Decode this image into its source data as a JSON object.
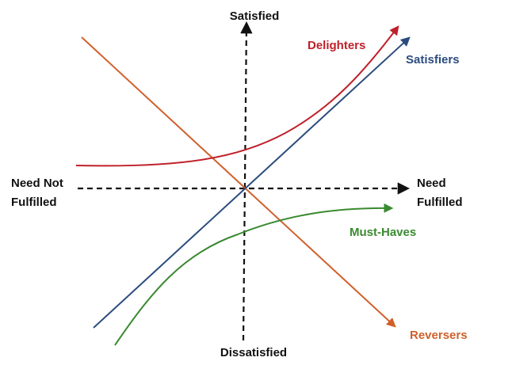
{
  "axes": {
    "top_label": "Satisfied",
    "bottom_label": "Dissatisfied",
    "left_label_line1": "Need Not",
    "left_label_line2": "Fulfilled",
    "right_label_line1": "Need",
    "right_label_line2": "Fulfilled"
  },
  "curves": {
    "delighters": {
      "label": "Delighters",
      "color": "#c0202a"
    },
    "satisfiers": {
      "label": "Satisfiers",
      "color": "#2b4c7e"
    },
    "must_haves": {
      "label": "Must-Haves",
      "color": "#3a8a30"
    },
    "reversers": {
      "label": "Reversers",
      "color": "#d0602a"
    }
  },
  "axis_color": "#111111"
}
